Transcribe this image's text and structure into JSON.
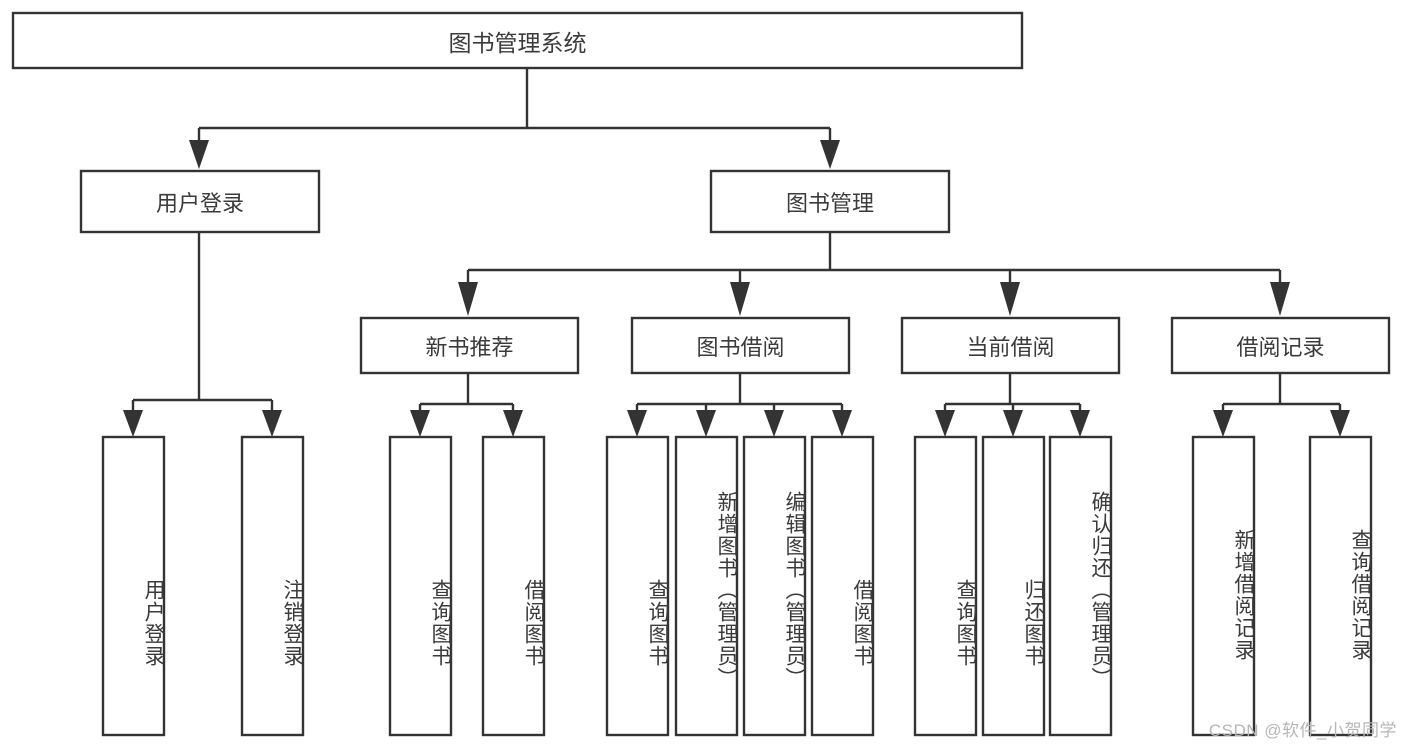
{
  "diagram": {
    "type": "tree",
    "orientation": "top-down",
    "title": "图书管理系统",
    "root": {
      "id": "root",
      "label": "图书管理系统"
    },
    "level2": [
      {
        "id": "user-login",
        "label": "用户登录"
      },
      {
        "id": "book-manage",
        "label": "图书管理"
      }
    ],
    "level3": [
      {
        "id": "new-book-recommend",
        "label": "新书推荐",
        "parent": "book-manage"
      },
      {
        "id": "book-borrow",
        "label": "图书借阅",
        "parent": "book-manage"
      },
      {
        "id": "current-borrow",
        "label": "当前借阅",
        "parent": "book-manage"
      },
      {
        "id": "borrow-record",
        "label": "借阅记录",
        "parent": "book-manage"
      }
    ],
    "leaves": [
      {
        "id": "leaf-user-login",
        "label": "用户登录",
        "parent": "user-login"
      },
      {
        "id": "leaf-logout-login",
        "label": "注销登录",
        "parent": "user-login"
      },
      {
        "id": "leaf-query-book-1",
        "label": "查询图书",
        "parent": "new-book-recommend"
      },
      {
        "id": "leaf-borrow-book-1",
        "label": "借阅图书",
        "parent": "new-book-recommend"
      },
      {
        "id": "leaf-query-book-2",
        "label": "查询图书",
        "parent": "book-borrow"
      },
      {
        "id": "leaf-add-book",
        "label": "新增图书（管理员）",
        "parent": "book-borrow"
      },
      {
        "id": "leaf-edit-book",
        "label": "编辑图书（管理员）",
        "parent": "book-borrow"
      },
      {
        "id": "leaf-borrow-book-2",
        "label": "借阅图书",
        "parent": "book-borrow"
      },
      {
        "id": "leaf-query-book-3",
        "label": "查询图书",
        "parent": "current-borrow"
      },
      {
        "id": "leaf-return-book",
        "label": "归还图书",
        "parent": "current-borrow"
      },
      {
        "id": "leaf-confirm-return",
        "label": "确认归还（管理员）",
        "parent": "current-borrow"
      },
      {
        "id": "leaf-add-record",
        "label": "新增借阅记录",
        "parent": "borrow-record"
      },
      {
        "id": "leaf-query-record",
        "label": "查询借阅记录",
        "parent": "borrow-record"
      }
    ],
    "colors": {
      "stroke": "#333333",
      "box_fill": "#ffffff",
      "text": "#3b3b3b",
      "background": "#ffffff",
      "watermark": "#b6b6b6"
    }
  },
  "watermark": {
    "text": "CSDN @软件_小贺同学"
  }
}
